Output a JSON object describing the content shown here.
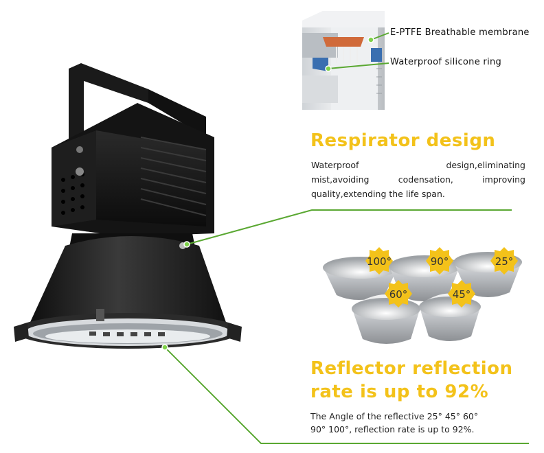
{
  "callouts": {
    "membrane": "E-PTFE Breathable membrane",
    "ring": "Waterproof silicone ring"
  },
  "respirator": {
    "title": "Respirator design",
    "lines": [
      "Waterproof design,eliminating",
      "mist,avoiding codensation, improving",
      "quality,extending the life span."
    ]
  },
  "reflector": {
    "title_line1": "Reflector reflection",
    "title_line2": "rate is up to 92%",
    "desc_line1": "The Angle of the reflective 25° 45° 60°",
    "desc_line2": "90° 100°, reflection rate is up to 92%.",
    "angles": [
      "100°",
      "90°",
      "25°",
      "60°",
      "45°"
    ]
  },
  "colors": {
    "accent_yellow": "#f3c21a",
    "leader_green": "#5aa832",
    "lamp_body": "#1b1b1b"
  },
  "icons": [
    "high-bay-lamp-icon",
    "valve-cutaway-icon",
    "reflector-cups-icon",
    "angle-badge-icon"
  ]
}
